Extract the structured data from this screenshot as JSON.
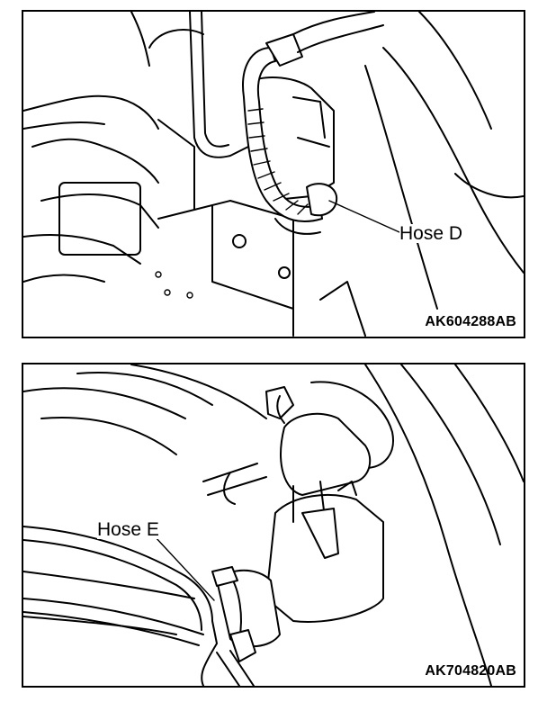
{
  "top_panel": {
    "callout": "Hose D",
    "figure_id": "AK604288AB"
  },
  "bottom_panel": {
    "callout": "Hose E",
    "figure_id": "AK704820AB"
  }
}
